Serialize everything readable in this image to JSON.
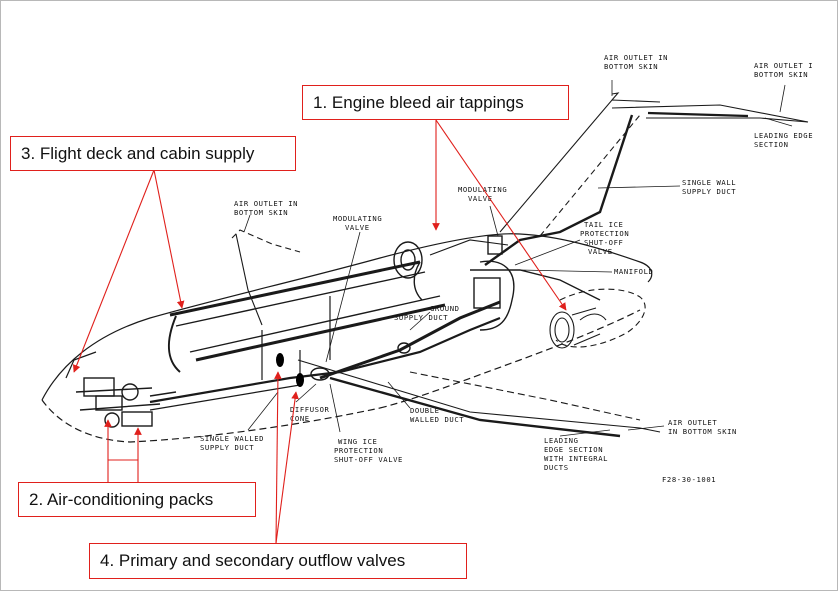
{
  "callouts": {
    "engine_bleed": "1. Engine bleed air tappings",
    "air_conditioning": "2. Air-conditioning packs",
    "flight_deck": "3. Flight deck and cabin supply",
    "outflow_valves": "4. Primary and secondary outflow valves"
  },
  "diagram_labels": {
    "air_outlet_tail_l1": "AIR OUTLET IN",
    "air_outlet_tail_l2": "BOTTOM SKIN",
    "air_outlet_tail2_l1": "AIR OUTLET I",
    "air_outlet_tail2_l2": "BOTTOM SKIN",
    "leading_edge_tail_l1": "LEADING EDGE",
    "leading_edge_tail_l2": "SECTION",
    "single_wall_l1": "SINGLE WALL",
    "single_wall_l2": "SUPPLY DUCT",
    "mod_valve_tail_l1": "MODULATING",
    "mod_valve_tail_l2": "VALVE",
    "tail_ice_l1": "TAIL ICE",
    "tail_ice_l2": "PROTECTION",
    "tail_ice_l3": "SHUT-OFF",
    "tail_ice_l4": "VALVE",
    "manifold": "MANIFOLD",
    "air_outlet_wing_l1": "AIR OUTLET IN",
    "air_outlet_wing_l2": "BOTTOM SKIN",
    "mod_valve_wing_l1": "MODULATING",
    "mod_valve_wing_l2": "VALVE",
    "ground_supply_l1": "GROUND",
    "ground_supply_l2": "SUPPLY DUCT",
    "diffusor_l1": "DIFFUSOR",
    "diffusor_l2": "CONE",
    "single_walled_l1": "SINGLE WALLED",
    "single_walled_l2": "SUPPLY DUCT",
    "wing_ice_l1": "WING ICE",
    "wing_ice_l2": "PROTECTION",
    "wing_ice_l3": "SHUT-OFF VALVE",
    "double_walled_l1": "DOUBLE",
    "double_walled_l2": "WALLED DUCT",
    "leading_edge_wing_l1": "LEADING",
    "leading_edge_wing_l2": "EDGE SECTION",
    "leading_edge_wing_l3": "WITH INTEGRAL",
    "leading_edge_wing_l4": "DUCTS",
    "air_outlet_right_l1": "AIR OUTLET",
    "air_outlet_right_l2": "IN BOTTOM SKIN",
    "figure_ref": "F28-30-1001"
  },
  "colors": {
    "callout_border": "#e0201c",
    "arrow": "#e0201c",
    "line_art": "#1a1a1a",
    "frame": "#b8b8b8"
  }
}
